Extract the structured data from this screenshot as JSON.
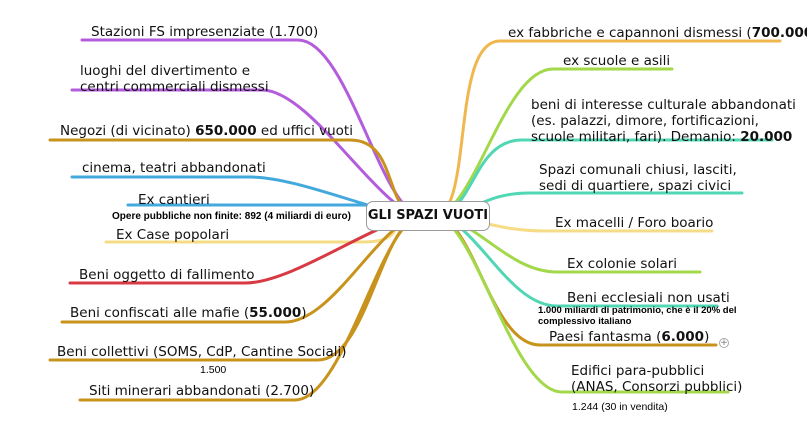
{
  "center": {
    "label": "GLI SPAZI VUOTI"
  },
  "colors": {
    "purple": "#b45ddc",
    "orange": "#f1b74f",
    "green": "#a2d84a",
    "teal": "#52d7b5",
    "blue": "#43a9dd",
    "darkgold": "#c8931c",
    "red": "#d83a44",
    "lightyellow": "#f6dc87"
  },
  "left_branches": [
    {
      "id": "stazioni",
      "parts": [
        "Stazioni FS impresenziate (1.700)"
      ],
      "bold": []
    },
    {
      "id": "luoghi",
      "lines": [
        "luoghi del divertimento e",
        "centri commerciali dismessi"
      ]
    },
    {
      "id": "negozi",
      "parts": [
        "Negozi (di vicinato) ",
        "650.000",
        " ed uffici vuoti"
      ]
    },
    {
      "id": "cinema",
      "parts": [
        "cinema, teatri abbandonati"
      ]
    },
    {
      "id": "cantieri",
      "parts": [
        "Ex cantieri"
      ]
    },
    {
      "id": "case",
      "parts": [
        "Ex Case popolari"
      ]
    },
    {
      "id": "fallimento",
      "parts": [
        "Beni oggetto di fallimento"
      ]
    },
    {
      "id": "mafie",
      "parts": [
        "Beni confiscati alle mafie (",
        "55.000",
        ")"
      ]
    },
    {
      "id": "collettivi",
      "parts": [
        "Beni collettivi (SOMS, CdP, Cantine Sociali)"
      ]
    },
    {
      "id": "minerari",
      "parts": [
        "Siti minerari abbandonati (2.700)"
      ]
    }
  ],
  "right_branches": [
    {
      "id": "fabbriche",
      "parts": [
        "ex fabbriche e capannoni dismessi (",
        "700.000",
        ")"
      ]
    },
    {
      "id": "scuole",
      "parts": [
        "ex scuole e asili"
      ]
    },
    {
      "id": "culturali",
      "lines": [
        "beni di interesse culturale abbandonati",
        "(es. palazzi, dimore, fortificazioni,",
        "scuole militari, fari). Demanio: "
      ],
      "bold_tail": "20.000"
    },
    {
      "id": "comunali",
      "lines": [
        "Spazi comunali chiusi, lasciti,",
        "sedi di quartiere, spazi civici"
      ]
    },
    {
      "id": "macelli",
      "parts": [
        "Ex macelli / Foro boario"
      ]
    },
    {
      "id": "colonie",
      "parts": [
        "Ex colonie solari"
      ]
    },
    {
      "id": "ecclesiali",
      "parts": [
        "Beni ecclesiali non usati"
      ]
    },
    {
      "id": "fantasma",
      "parts": [
        "Paesi fantasma (",
        "6.000",
        ")"
      ]
    },
    {
      "id": "parapubblici",
      "lines": [
        "Edifici para-pubblici",
        "(ANAS, Consorzi pubblici)"
      ]
    }
  ],
  "notes": {
    "opere": "Opere pubbliche non finite: 892 (4 miliardi di euro)",
    "collettivi_count": "1.500",
    "ecclesiali_note": "1.000 miliardi di patrimonio, che è il 20% del complessivo italiano",
    "parapubblici_count": "1.244 (30 in vendita)"
  },
  "expand_glyph": "+"
}
